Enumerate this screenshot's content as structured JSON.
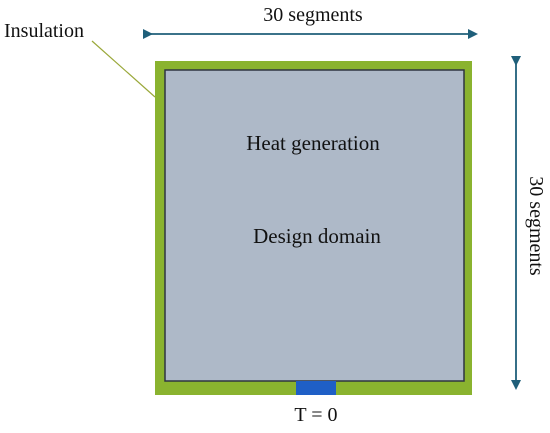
{
  "diagram": {
    "labels": {
      "insulation": "Insulation",
      "top_dimension": "30 segments",
      "right_dimension": "30 segments",
      "heat_generation": "Heat generation",
      "design_domain": "Design domain",
      "boundary_condition": "T = 0"
    },
    "colors": {
      "insulation": "#8ab32f",
      "domain_fill": "#aeb9c8",
      "domain_border": "#2e3440",
      "sink": "#1f5fc6",
      "arrow": "#1f5f7a",
      "leader_line": "#9aa83a"
    }
  }
}
